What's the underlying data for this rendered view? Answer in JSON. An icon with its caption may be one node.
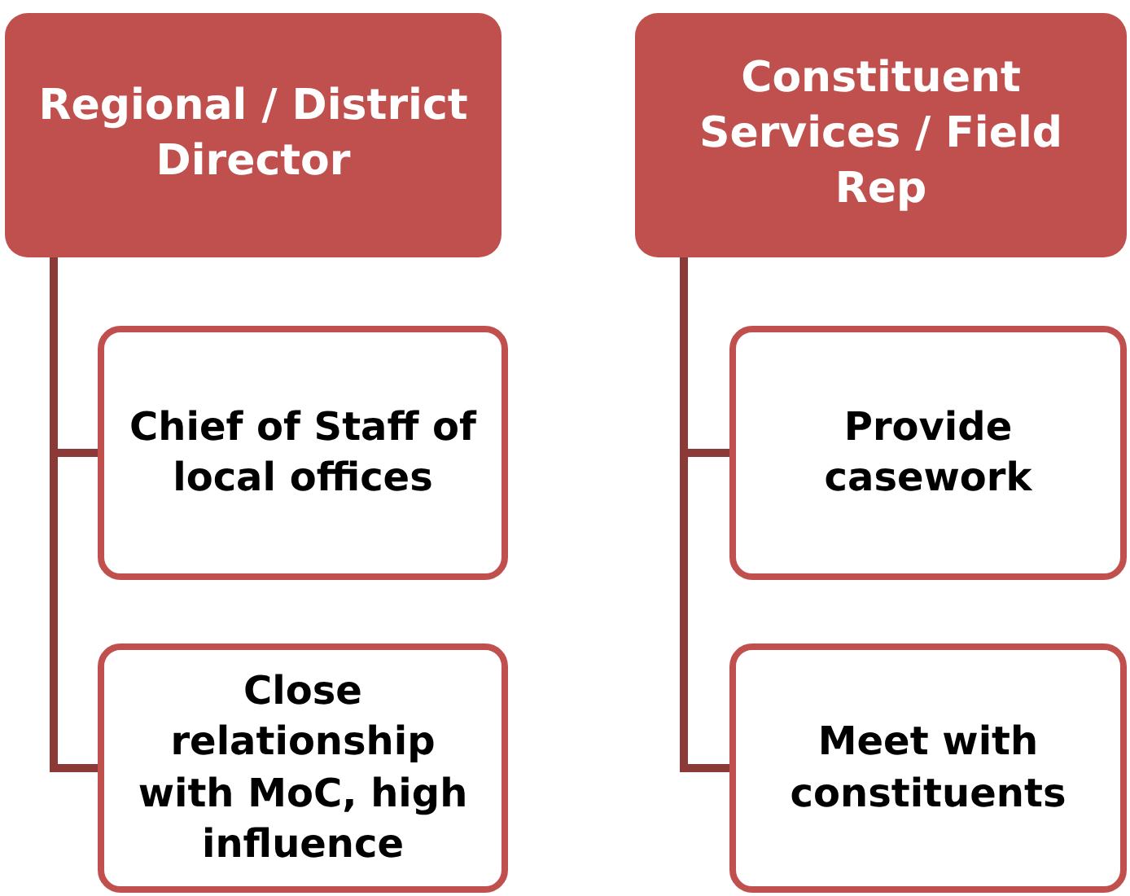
{
  "diagram": {
    "nodes": [
      {
        "text": [
          "Regional / District Director"
        ]
      },
      {
        "text": [
          "Chief of Staff of local offices"
        ]
      },
      {
        "text": [
          "Close relationship with MoC, high influence"
        ]
      },
      {
        "text": [
          "Constituent Services / Field Rep"
        ]
      },
      {
        "text": [
          "Provide casework"
        ]
      },
      {
        "text": [
          "Meet with constituents"
        ]
      }
    ],
    "edges": [
      {
        "from": 0,
        "to": 1,
        "arrow": "none"
      },
      {
        "from": 0,
        "to": 2,
        "arrow": "none"
      },
      {
        "from": 3,
        "to": 4,
        "arrow": "none"
      },
      {
        "from": 3,
        "to": 5,
        "arrow": "none"
      }
    ]
  }
}
